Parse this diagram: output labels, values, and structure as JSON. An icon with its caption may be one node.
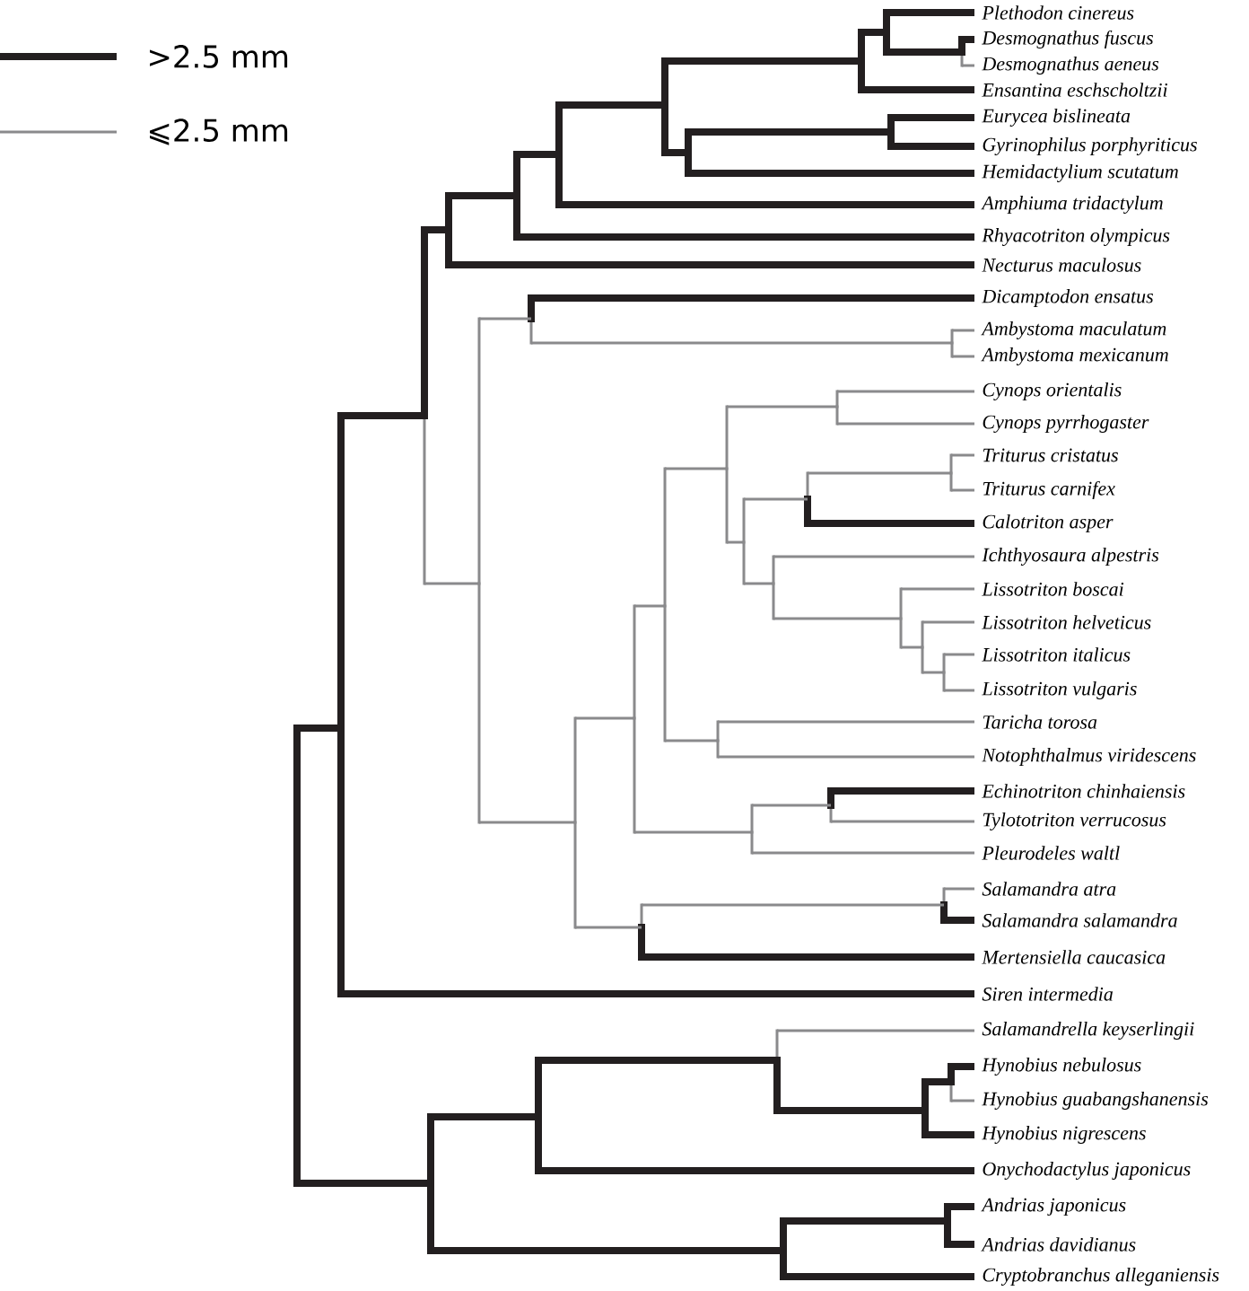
{
  "diagram": {
    "nodes": [
      {
        "text": [
          "Plethodon cinereus"
        ]
      },
      {
        "text": [
          "Desmognathus fuscus"
        ]
      },
      {
        "text": [
          "Desmognathus aeneus"
        ]
      },
      {
        "text": [
          "Ensantina eschscholtzii"
        ]
      },
      {
        "text": [
          "Eurycea bislineata"
        ]
      },
      {
        "text": [
          "Gyrinophilus porphyriticus"
        ]
      },
      {
        "text": [
          "Hemidactylium scutatum"
        ]
      },
      {
        "text": [
          "Amphiuma tridactylum"
        ]
      },
      {
        "text": [
          "Rhyacotriton olympicus"
        ]
      },
      {
        "text": [
          "Necturus maculosus"
        ]
      },
      {
        "text": [
          "Dicamptodon ensatus"
        ]
      },
      {
        "text": [
          "Ambystoma maculatum"
        ]
      },
      {
        "text": [
          "Ambystoma mexicanum"
        ]
      },
      {
        "text": [
          "Cynops orientalis"
        ]
      },
      {
        "text": [
          "Cynops pyrrhogaster"
        ]
      },
      {
        "text": [
          "Triturus cristatus"
        ]
      },
      {
        "text": [
          "Triturus carnifex"
        ]
      },
      {
        "text": [
          "Calotriton asper"
        ]
      },
      {
        "text": [
          "Ichthyosaura alpestris"
        ]
      },
      {
        "text": [
          "Lissotriton boscai"
        ]
      },
      {
        "text": [
          "Lissotriton helveticus"
        ]
      },
      {
        "text": [
          "Lissotriton italicus"
        ]
      },
      {
        "text": [
          "Lissotriton vulgaris"
        ]
      },
      {
        "text": [
          "Taricha torosa"
        ]
      },
      {
        "text": [
          "Notophthalmus viridescens"
        ]
      },
      {
        "text": [
          "Echinotriton chinhaiensis"
        ]
      },
      {
        "text": [
          "Tylototriton verrucosus"
        ]
      },
      {
        "text": [
          "Pleurodeles waltl"
        ]
      },
      {
        "text": [
          "Salamandra atra"
        ]
      },
      {
        "text": [
          "Salamandra salamandra"
        ]
      },
      {
        "text": [
          "Mertensiella caucasica"
        ]
      },
      {
        "text": [
          "Siren intermedia"
        ]
      },
      {
        "text": [
          "Salamandrella keyserlingii"
        ]
      },
      {
        "text": [
          "Hynobius nebulosus"
        ]
      },
      {
        "text": [
          "Hynobius guabangshanensis"
        ]
      },
      {
        "text": [
          "Hynobius nigrescens"
        ]
      },
      {
        "text": [
          "Onychodactylus japonicus"
        ]
      },
      {
        "text": [
          "Andrias japonicus"
        ]
      },
      {
        "text": [
          "Andrias davidianus"
        ]
      },
      {
        "text": [
          "Cryptobranchus alleganiensis"
        ]
      },
      {
        "text": [],
        "shape": "bar"
      },
      {
        "text": [],
        "shape": "bar"
      },
      {
        "text": [],
        "shape": "bar"
      },
      {
        "text": [],
        "shape": "bar"
      },
      {
        "text": [],
        "shape": "bar"
      },
      {
        "text": [],
        "shape": "bar"
      },
      {
        "text": [],
        "shape": "bar"
      },
      {
        "text": [],
        "shape": "bar"
      },
      {
        "text": [],
        "shape": "bar"
      },
      {
        "text": [],
        "shape": "bar"
      },
      {
        "text": [],
        "shape": "bar"
      },
      {
        "text": [],
        "shape": "bar"
      },
      {
        "text": [],
        "shape": "bar"
      },
      {
        "text": [],
        "shape": "bar"
      },
      {
        "text": [],
        "shape": "bar"
      },
      {
        "text": [],
        "shape": "bar"
      },
      {
        "text": [],
        "shape": "bar"
      },
      {
        "text": [],
        "shape": "bar"
      },
      {
        "text": [],
        "shape": "bar"
      },
      {
        "text": [],
        "shape": "bar"
      },
      {
        "text": [],
        "shape": "bar"
      },
      {
        "text": [],
        "shape": "bar"
      },
      {
        "text": [],
        "shape": "bar"
      },
      {
        "text": [],
        "shape": "bar"
      },
      {
        "text": [],
        "shape": "bar"
      },
      {
        "text": [],
        "shape": "bar"
      },
      {
        "text": [],
        "shape": "bar"
      },
      {
        "text": [],
        "shape": "bar"
      },
      {
        "text": [],
        "shape": "bar"
      },
      {
        "text": [],
        "shape": "bar"
      },
      {
        "text": [],
        "shape": "bar"
      },
      {
        "text": [],
        "shape": "bar"
      },
      {
        "text": [],
        "shape": "bar"
      },
      {
        "text": [],
        "shape": "bar"
      },
      {
        "text": [],
        "shape": "bar"
      },
      {
        "text": [],
        "shape": "bar"
      },
      {
        "text": [],
        "shape": "bar"
      },
      {
        "text": [],
        "shape": "bar"
      },
      {
        "text": [],
        "shape": "bar"
      }
    ],
    "edges": [
      {
        "from": 40,
        "to": 41,
        "arrow": "none",
        "style": "thick",
        "color": "#231f20"
      },
      {
        "from": 40,
        "to": 72,
        "arrow": "none",
        "style": "thick",
        "color": "#231f20"
      },
      {
        "from": 41,
        "to": 42,
        "arrow": "none",
        "style": "thick",
        "color": "#231f20"
      },
      {
        "from": 41,
        "to": 31,
        "arrow": "none",
        "style": "thick",
        "color": "#231f20"
      },
      {
        "from": 42,
        "to": 43,
        "arrow": "none",
        "style": "thick",
        "color": "#231f20"
      },
      {
        "from": 42,
        "to": 52,
        "arrow": "none",
        "color": "#8a8a8c"
      },
      {
        "from": 43,
        "to": 44,
        "arrow": "none",
        "style": "thick",
        "color": "#231f20"
      },
      {
        "from": 43,
        "to": 9,
        "arrow": "none",
        "style": "thick",
        "color": "#231f20"
      },
      {
        "from": 44,
        "to": 45,
        "arrow": "none",
        "style": "thick",
        "color": "#231f20"
      },
      {
        "from": 44,
        "to": 8,
        "arrow": "none",
        "style": "thick",
        "color": "#231f20"
      },
      {
        "from": 45,
        "to": 46,
        "arrow": "none",
        "style": "thick",
        "color": "#231f20"
      },
      {
        "from": 45,
        "to": 7,
        "arrow": "none",
        "style": "thick",
        "color": "#231f20"
      },
      {
        "from": 46,
        "to": 47,
        "arrow": "none",
        "style": "thick",
        "color": "#231f20"
      },
      {
        "from": 46,
        "to": 50,
        "arrow": "none",
        "style": "thick",
        "color": "#231f20"
      },
      {
        "from": 47,
        "to": 48,
        "arrow": "none",
        "style": "thick",
        "color": "#231f20"
      },
      {
        "from": 47,
        "to": 3,
        "arrow": "none",
        "style": "thick",
        "color": "#231f20"
      },
      {
        "from": 48,
        "to": 0,
        "arrow": "none",
        "style": "thick",
        "color": "#231f20"
      },
      {
        "from": 48,
        "to": 49,
        "arrow": "none",
        "style": "thick",
        "color": "#231f20"
      },
      {
        "from": 49,
        "to": 1,
        "arrow": "none",
        "style": "thick",
        "color": "#231f20"
      },
      {
        "from": 49,
        "to": 2,
        "arrow": "none",
        "color": "#8a8a8c"
      },
      {
        "from": 50,
        "to": 51,
        "arrow": "none",
        "style": "thick",
        "color": "#231f20"
      },
      {
        "from": 50,
        "to": 6,
        "arrow": "none",
        "style": "thick",
        "color": "#231f20"
      },
      {
        "from": 51,
        "to": 4,
        "arrow": "none",
        "style": "thick",
        "color": "#231f20"
      },
      {
        "from": 51,
        "to": 5,
        "arrow": "none",
        "style": "thick",
        "color": "#231f20"
      },
      {
        "from": 52,
        "to": 53,
        "arrow": "none",
        "color": "#8a8a8c"
      },
      {
        "from": 52,
        "to": 55,
        "arrow": "none",
        "color": "#8a8a8c"
      },
      {
        "from": 53,
        "to": 10,
        "arrow": "none",
        "style": "thick",
        "color": "#231f20"
      },
      {
        "from": 53,
        "to": 54,
        "arrow": "none",
        "color": "#8a8a8c"
      },
      {
        "from": 54,
        "to": 11,
        "arrow": "none",
        "color": "#8a8a8c"
      },
      {
        "from": 54,
        "to": 12,
        "arrow": "none",
        "color": "#8a8a8c"
      },
      {
        "from": 55,
        "to": 56,
        "arrow": "none",
        "color": "#8a8a8c"
      },
      {
        "from": 55,
        "to": 70,
        "arrow": "none",
        "color": "#8a8a8c"
      },
      {
        "from": 56,
        "to": 57,
        "arrow": "none",
        "color": "#8a8a8c"
      },
      {
        "from": 56,
        "to": 68,
        "arrow": "none",
        "color": "#8a8a8c"
      },
      {
        "from": 57,
        "to": 58,
        "arrow": "none",
        "color": "#8a8a8c"
      },
      {
        "from": 57,
        "to": 67,
        "arrow": "none",
        "color": "#8a8a8c"
      },
      {
        "from": 58,
        "to": 59,
        "arrow": "none",
        "color": "#8a8a8c"
      },
      {
        "from": 58,
        "to": 60,
        "arrow": "none",
        "color": "#8a8a8c"
      },
      {
        "from": 59,
        "to": 13,
        "arrow": "none",
        "color": "#8a8a8c"
      },
      {
        "from": 59,
        "to": 14,
        "arrow": "none",
        "color": "#8a8a8c"
      },
      {
        "from": 60,
        "to": 61,
        "arrow": "none",
        "color": "#8a8a8c"
      },
      {
        "from": 60,
        "to": 63,
        "arrow": "none",
        "color": "#8a8a8c"
      },
      {
        "from": 61,
        "to": 62,
        "arrow": "none",
        "color": "#8a8a8c"
      },
      {
        "from": 61,
        "to": 17,
        "arrow": "none",
        "style": "thick",
        "color": "#231f20"
      },
      {
        "from": 62,
        "to": 15,
        "arrow": "none",
        "color": "#8a8a8c"
      },
      {
        "from": 62,
        "to": 16,
        "arrow": "none",
        "color": "#8a8a8c"
      },
      {
        "from": 63,
        "to": 18,
        "arrow": "none",
        "color": "#8a8a8c"
      },
      {
        "from": 63,
        "to": 64,
        "arrow": "none",
        "color": "#8a8a8c"
      },
      {
        "from": 64,
        "to": 19,
        "arrow": "none",
        "color": "#8a8a8c"
      },
      {
        "from": 64,
        "to": 65,
        "arrow": "none",
        "color": "#8a8a8c"
      },
      {
        "from": 65,
        "to": 20,
        "arrow": "none",
        "color": "#8a8a8c"
      },
      {
        "from": 65,
        "to": 66,
        "arrow": "none",
        "color": "#8a8a8c"
      },
      {
        "from": 66,
        "to": 21,
        "arrow": "none",
        "color": "#8a8a8c"
      },
      {
        "from": 66,
        "to": 22,
        "arrow": "none",
        "color": "#8a8a8c"
      },
      {
        "from": 67,
        "to": 23,
        "arrow": "none",
        "color": "#8a8a8c"
      },
      {
        "from": 67,
        "to": 24,
        "arrow": "none",
        "color": "#8a8a8c"
      },
      {
        "from": 68,
        "to": 69,
        "arrow": "none",
        "color": "#8a8a8c"
      },
      {
        "from": 68,
        "to": 27,
        "arrow": "none",
        "color": "#8a8a8c"
      },
      {
        "from": 69,
        "to": 25,
        "arrow": "none",
        "style": "thick",
        "color": "#231f20"
      },
      {
        "from": 69,
        "to": 26,
        "arrow": "none",
        "color": "#8a8a8c"
      },
      {
        "from": 70,
        "to": 71,
        "arrow": "none",
        "color": "#8a8a8c"
      },
      {
        "from": 70,
        "to": 30,
        "arrow": "none",
        "style": "thick",
        "color": "#231f20"
      },
      {
        "from": 71,
        "to": 28,
        "arrow": "none",
        "color": "#8a8a8c"
      },
      {
        "from": 71,
        "to": 29,
        "arrow": "none",
        "style": "thick",
        "color": "#231f20"
      },
      {
        "from": 72,
        "to": 73,
        "arrow": "none",
        "style": "thick",
        "color": "#231f20"
      },
      {
        "from": 72,
        "to": 77,
        "arrow": "none",
        "style": "thick",
        "color": "#231f20"
      },
      {
        "from": 73,
        "to": 74,
        "arrow": "none",
        "style": "thick",
        "color": "#231f20"
      },
      {
        "from": 73,
        "to": 36,
        "arrow": "none",
        "style": "thick",
        "color": "#231f20"
      },
      {
        "from": 74,
        "to": 32,
        "arrow": "none",
        "color": "#8a8a8c"
      },
      {
        "from": 74,
        "to": 75,
        "arrow": "none",
        "style": "thick",
        "color": "#231f20"
      },
      {
        "from": 75,
        "to": 76,
        "arrow": "none",
        "style": "thick",
        "color": "#231f20"
      },
      {
        "from": 75,
        "to": 35,
        "arrow": "none",
        "style": "thick",
        "color": "#231f20"
      },
      {
        "from": 76,
        "to": 33,
        "arrow": "none",
        "style": "thick",
        "color": "#231f20"
      },
      {
        "from": 76,
        "to": 34,
        "arrow": "none",
        "color": "#8a8a8c"
      },
      {
        "from": 77,
        "to": 78,
        "arrow": "none",
        "style": "thick",
        "color": "#231f20"
      },
      {
        "from": 77,
        "to": 39,
        "arrow": "none",
        "style": "thick",
        "color": "#231f20"
      },
      {
        "from": 78,
        "to": 37,
        "arrow": "none",
        "style": "thick",
        "color": "#231f20"
      },
      {
        "from": 78,
        "to": 38,
        "arrow": "none",
        "style": "thick",
        "color": "#231f20"
      }
    ],
    "legend": [
      {
        "text": ">2.5 mm"
      },
      {
        "text": "⩽2.5 mm"
      }
    ]
  }
}
